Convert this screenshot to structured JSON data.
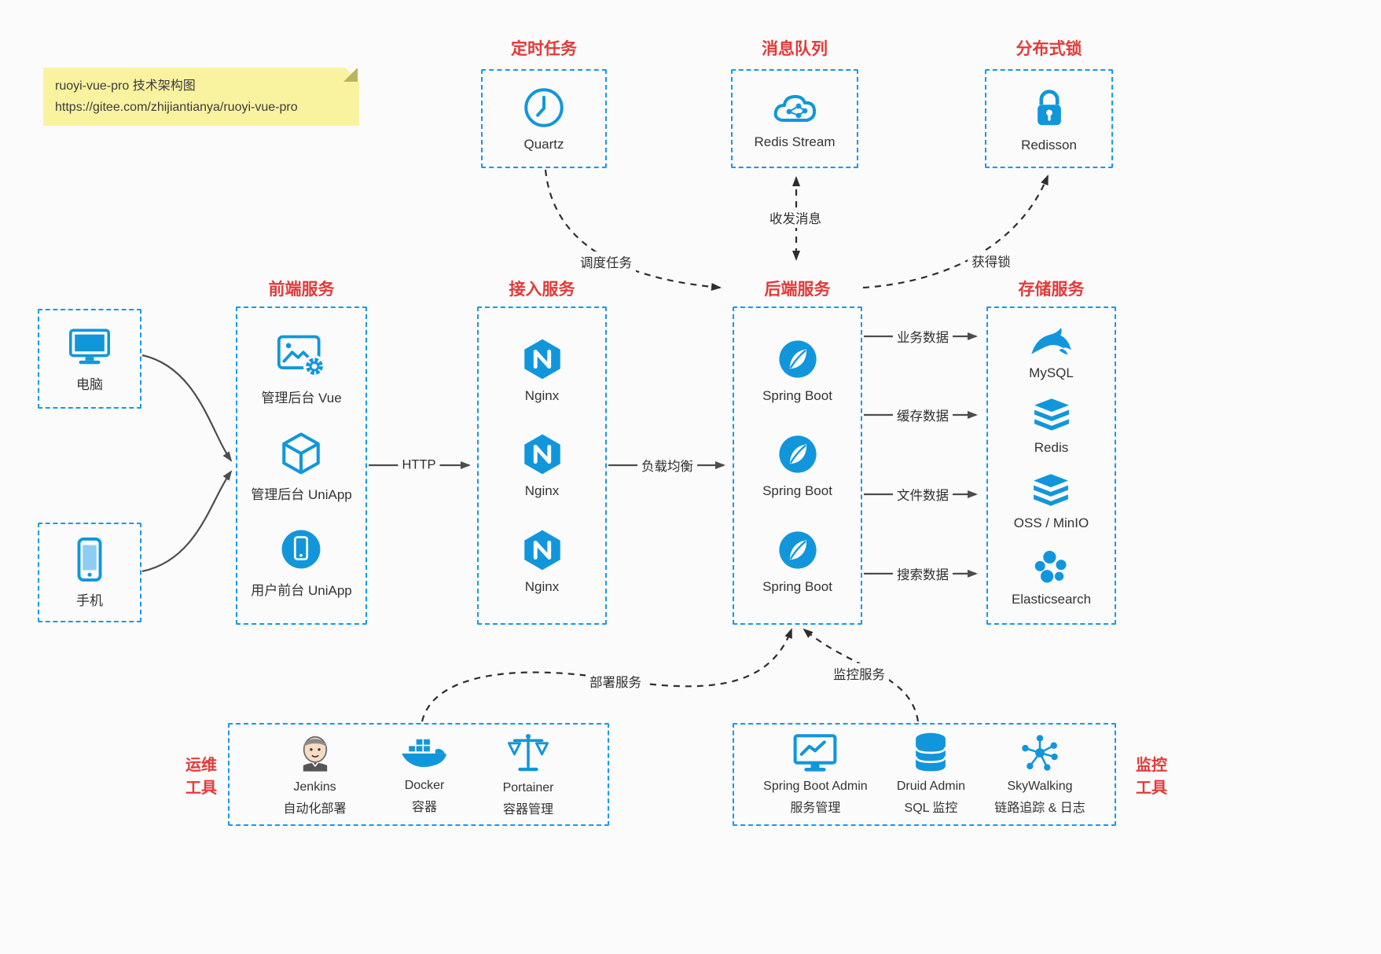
{
  "colors": {
    "accent": "#1296db",
    "title_red": "#e23a3a",
    "border_blue": "#1499ee",
    "note_bg": "#f9f3a0"
  },
  "note": {
    "line1": "ruoyi-vue-pro 技术架构图",
    "line2": "https://gitee.com/zhijiantianya/ruoyi-vue-pro"
  },
  "top": {
    "scheduler": {
      "title": "定时任务",
      "label": "Quartz"
    },
    "mq": {
      "title": "消息队列",
      "label": "Redis Stream"
    },
    "lock": {
      "title": "分布式锁",
      "label": "Redisson"
    }
  },
  "clients": {
    "pc": {
      "label": "电脑"
    },
    "mobile": {
      "label": "手机"
    }
  },
  "frontend": {
    "title": "前端服务",
    "items": [
      {
        "label": "管理后台 Vue"
      },
      {
        "label": "管理后台 UniApp"
      },
      {
        "label": "用户前台 UniApp"
      }
    ]
  },
  "gateway": {
    "title": "接入服务",
    "items": [
      {
        "label": "Nginx"
      },
      {
        "label": "Nginx"
      },
      {
        "label": "Nginx"
      }
    ]
  },
  "backend": {
    "title": "后端服务",
    "items": [
      {
        "label": "Spring Boot"
      },
      {
        "label": "Spring Boot"
      },
      {
        "label": "Spring Boot"
      }
    ]
  },
  "storage": {
    "title": "存储服务",
    "items": [
      {
        "label": "MySQL"
      },
      {
        "label": "Redis"
      },
      {
        "label": "OSS / MinIO"
      },
      {
        "label": "Elasticsearch"
      }
    ]
  },
  "edges": {
    "http": "HTTP",
    "load_balance": "负载均衡",
    "biz_data": "业务数据",
    "cache_data": "缓存数据",
    "file_data": "文件数据",
    "search_data": "搜索数据",
    "schedule_task": "调度任务",
    "send_receive_msg": "收发消息",
    "acquire_lock": "获得锁",
    "deploy_service": "部署服务",
    "monitor_service": "监控服务"
  },
  "ops": {
    "side_title_line1": "运维",
    "side_title_line2": "工具",
    "items": [
      {
        "name": "Jenkins",
        "desc": "自动化部署"
      },
      {
        "name": "Docker",
        "desc": "容器"
      },
      {
        "name": "Portainer",
        "desc": "容器管理"
      }
    ]
  },
  "monitorTools": {
    "side_title_line1": "监控",
    "side_title_line2": "工具",
    "items": [
      {
        "name": "Spring Boot Admin",
        "desc": "服务管理"
      },
      {
        "name": "Druid Admin",
        "desc": "SQL 监控"
      },
      {
        "name": "SkyWalking",
        "desc": "链路追踪 & 日志"
      }
    ]
  },
  "icons": {
    "scheduler": "clock-icon",
    "mq": "cloud-stream-icon",
    "lock": "padlock-icon",
    "pc": "desktop-icon",
    "mobile": "smartphone-icon",
    "frontend": [
      "admin-vue-icon",
      "uniapp-cube-icon",
      "user-app-icon"
    ],
    "gateway": "nginx-hexagon-icon",
    "backend": "spring-leaf-icon",
    "storage": [
      "mysql-dolphin-icon",
      "redis-stack-icon",
      "oss-stack-icon",
      "elasticsearch-icon"
    ],
    "ops": [
      "jenkins-icon",
      "docker-whale-icon",
      "portainer-scales-icon"
    ],
    "monitor": [
      "monitor-chart-icon",
      "database-icon",
      "topology-icon"
    ]
  }
}
